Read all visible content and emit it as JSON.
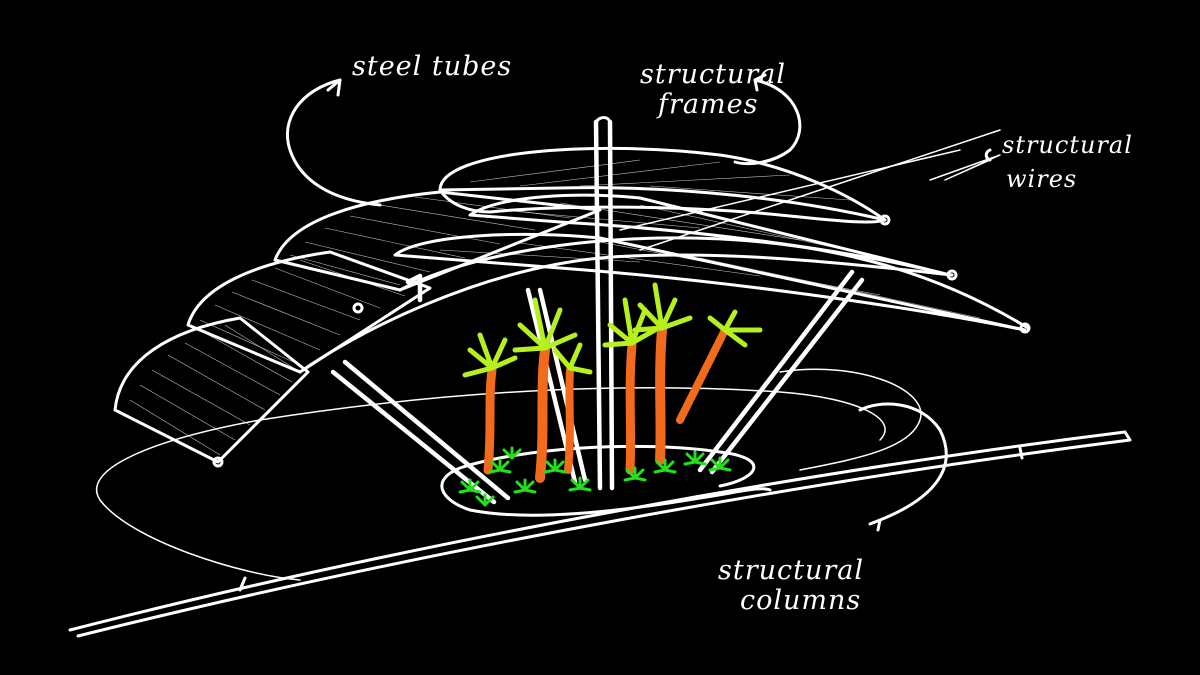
{
  "labels": {
    "steel_tubes": "steel tubes",
    "structural_frames_line1": "structural",
    "structural_frames_line2": "frames",
    "structural_wires_line1": "structural",
    "structural_wires_line2": "wires",
    "structural_columns_line1": "structural",
    "structural_columns_line2": "columns"
  },
  "colors": {
    "background": "#000000",
    "linework": "#ffffff",
    "palm_trunk": "#f26a1b",
    "palm_leaves": "#b6f01e",
    "ground_plants": "#22e01a"
  }
}
